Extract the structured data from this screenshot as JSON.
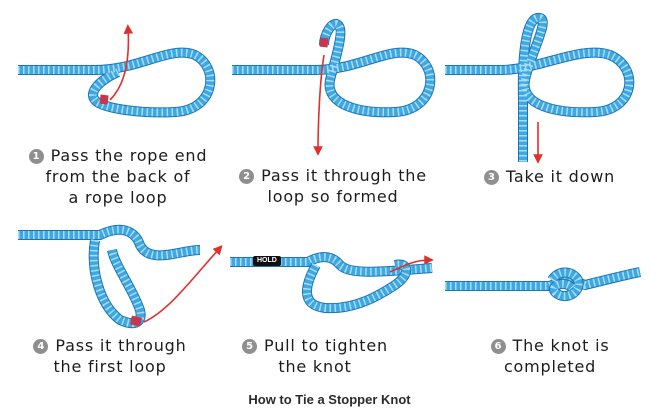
{
  "steps": [
    {
      "number": "1",
      "lines": [
        "Pass the rope end",
        "from the back of",
        "a rope loop"
      ]
    },
    {
      "number": "2",
      "lines": [
        "Pass it through the",
        "loop so formed"
      ]
    },
    {
      "number": "3",
      "lines": [
        "Take it down"
      ]
    },
    {
      "number": "4",
      "lines": [
        "Pass it through",
        "the first loop"
      ]
    },
    {
      "number": "5",
      "lines": [
        "Pull to tighten",
        "the knot"
      ],
      "tag": "HOLD"
    },
    {
      "number": "6",
      "lines": [
        "The knot is",
        "completed"
      ]
    }
  ],
  "footer": "How to Tie a Stopper Knot",
  "colors": {
    "rope": "#3ea8e2",
    "rope_dark": "#1b74b4",
    "arrow": "#e0302c",
    "tip": "#c9354a",
    "badge": "#8f8f8f"
  }
}
